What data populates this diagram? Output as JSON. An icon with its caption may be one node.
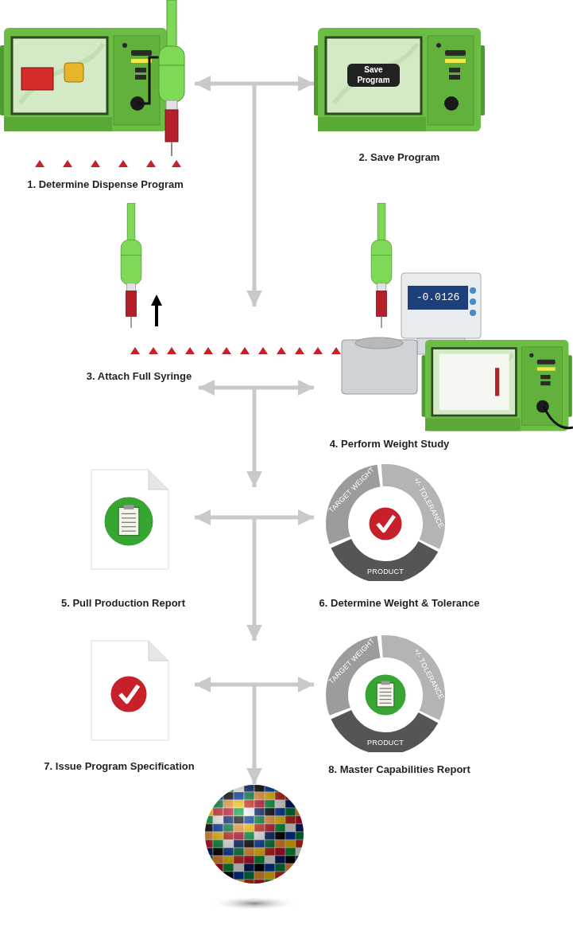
{
  "diagram": {
    "nodes": [
      {
        "text": [
          "1. Determine Dispense Program"
        ]
      },
      {
        "text": [
          "Save Program",
          "2. Save Program"
        ]
      },
      {
        "text": [
          "3. Attach Full Syringe"
        ]
      },
      {
        "text": [
          "-0.0126",
          "4. Perform Weight Study"
        ]
      },
      {
        "text": [
          "5. Pull Production Report"
        ]
      },
      {
        "text": [
          "TARGET WEIGHT",
          "+/- TOLERANCE",
          "PRODUCT",
          "6. Determine Weight & Tolerance"
        ]
      },
      {
        "text": [
          "7. Issue Program Specification"
        ]
      },
      {
        "text": [
          "TARGET WEIGHT",
          "+/- TOLERANCE",
          "PRODUCT",
          "8. Master Capabilities Report"
        ]
      },
      {
        "text": [],
        "shape": "picture"
      }
    ],
    "edges": [
      {
        "from": 0,
        "to": 1,
        "arrow": "both"
      },
      {
        "from": 2,
        "to": 3,
        "arrow": "both"
      },
      {
        "from": 4,
        "to": 5,
        "arrow": "both"
      },
      {
        "from": 6,
        "to": 7,
        "arrow": "both"
      },
      {
        "from": null,
        "to": 8,
        "arrow": "to"
      }
    ]
  }
}
